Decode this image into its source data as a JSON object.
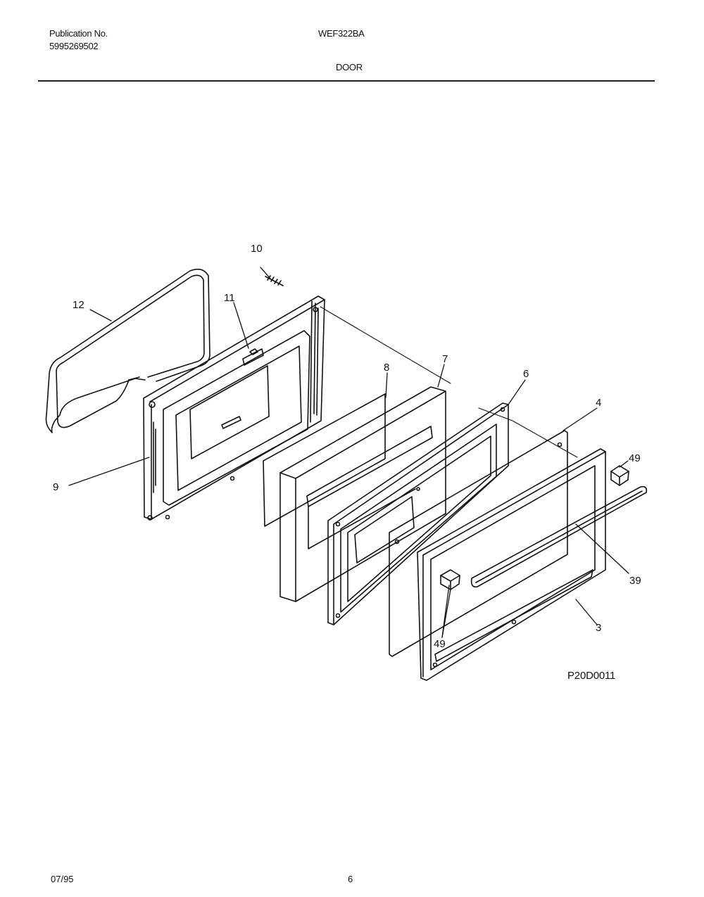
{
  "header": {
    "publication_label": "Publication No.",
    "publication_number": "5995269502",
    "model": "WEF322BA",
    "section": "DOOR"
  },
  "diagram": {
    "figure_code": "P20D0011",
    "callouts": {
      "c12": "12",
      "c11": "11",
      "c10": "10",
      "c9": "9",
      "c8": "8",
      "c7": "7",
      "c6": "6",
      "c4": "4",
      "c49a": "49",
      "c39": "39",
      "c3": "3",
      "c49b": "49"
    }
  },
  "footer": {
    "date": "07/95",
    "page": "6"
  }
}
